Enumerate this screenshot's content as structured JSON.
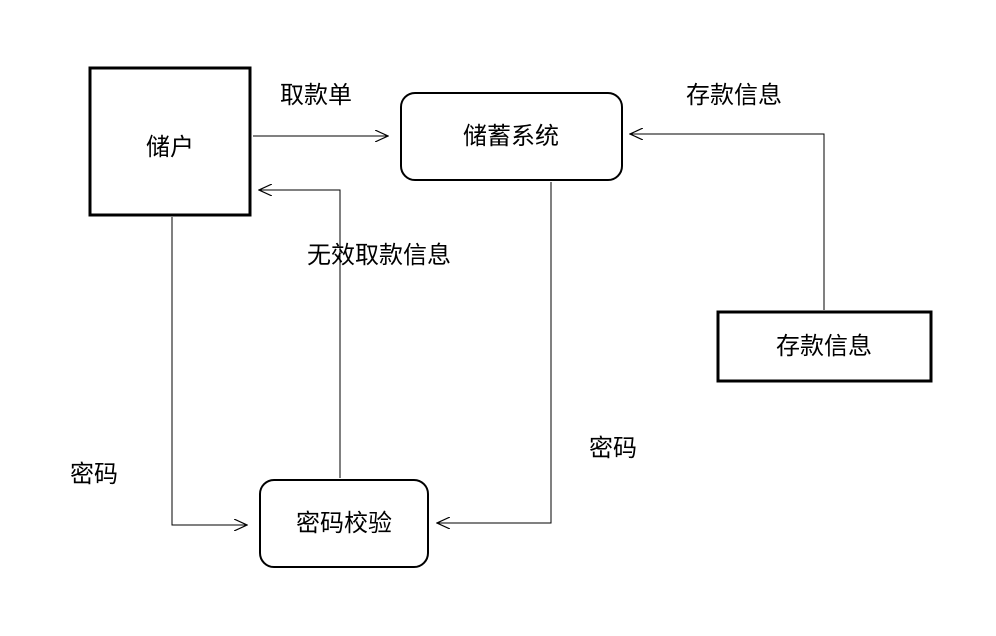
{
  "nodes": {
    "depositor": "储户",
    "savings_system": "储蓄系统",
    "password_check": "密码校验",
    "deposit_info_store": "存款信息"
  },
  "flows": {
    "withdrawal_slip": "取款单",
    "invalid_withdrawal_info": "无效取款信息",
    "password_left": "密码",
    "password_right": "密码",
    "deposit_info": "存款信息"
  },
  "colors": {
    "line": "#000000",
    "background": "#ffffff"
  }
}
